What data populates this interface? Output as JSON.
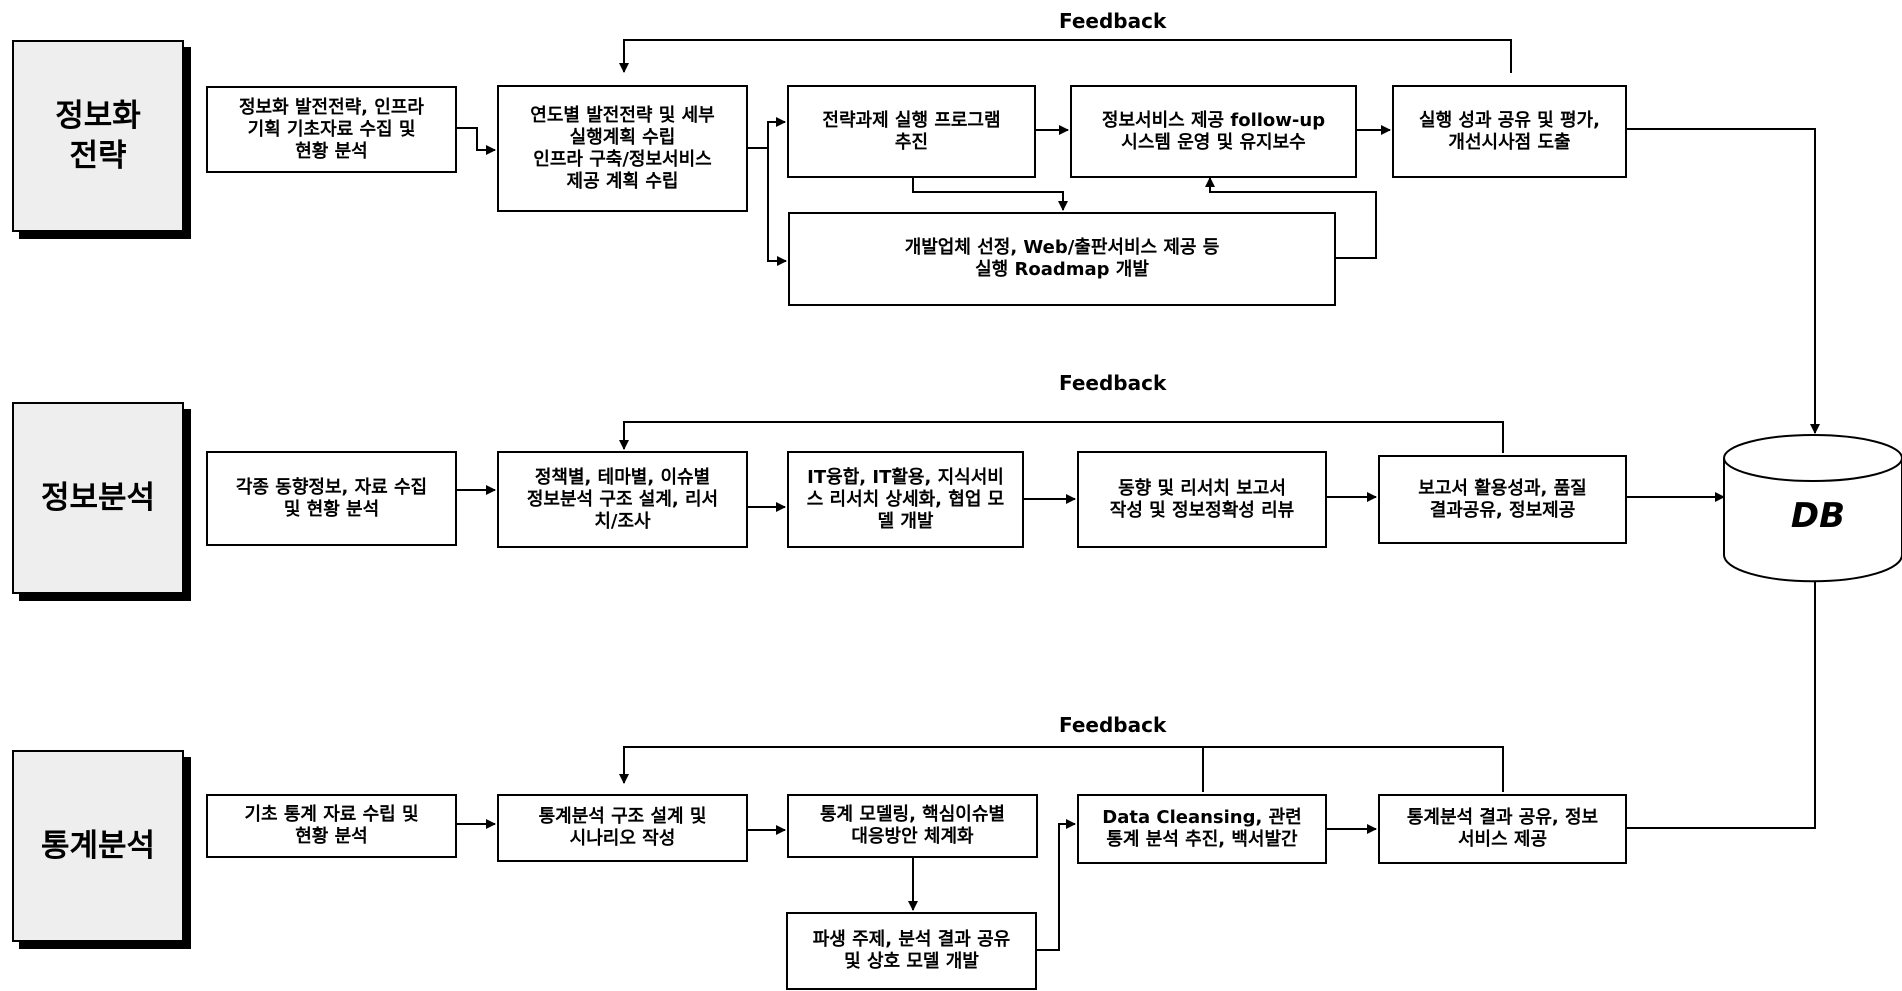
{
  "rows": {
    "strategy": {
      "title": "정보화\n전략",
      "feedback": "Feedback",
      "steps": [
        "정보화 발전전략, 인프라\n기획 기초자료 수집 및\n현황 분석",
        "연도별 발전전략 및 세부\n실행계획 수립\n인프라 구축/정보서비스\n제공 계획 수립",
        "전략과제 실행 프로그램\n추진",
        "정보서비스 제공 follow-up\n시스템 운영 및 유지보수",
        "실행 성과 공유 및 평가,\n개선시사점 도출",
        "개발업체 선정, Web/출판서비스 제공 등\n실행 Roadmap 개발"
      ]
    },
    "analysis": {
      "title": "정보분석",
      "feedback": "Feedback",
      "steps": [
        "각종 동향정보, 자료 수집\n및 현황 분석",
        "정책별, 테마별, 이슈별\n정보분석 구조 설계, 리서\n치/조사",
        "IT융합, IT활용, 지식서비\n스 리서치 상세화, 협업 모\n델 개발",
        "동향 및 리서치 보고서\n작성 및 정보정확성 리뷰",
        "보고서 활용성과, 품질\n결과공유, 정보제공"
      ]
    },
    "statistics": {
      "title": "통계분석",
      "feedback": "Feedback",
      "steps": [
        "기초 통계 자료 수립 및\n현황 분석",
        "통계분석 구조 설계 및\n시나리오 작성",
        "통계 모델링, 핵심이슈별\n대응방안 체계화",
        "Data Cleansing, 관련\n통계 분석 추진, 백서발간",
        "통계분석 결과 공유, 정보\n서비스 제공",
        "파생 주제, 분석 결과 공유\n및 상호 모델 개발"
      ]
    }
  },
  "database": {
    "label": "DB",
    "icon": "database-cylinder-icon"
  },
  "colors": {
    "stroke": "#000000",
    "side_fill": "#eeeeee",
    "box_fill": "#ffffff"
  }
}
